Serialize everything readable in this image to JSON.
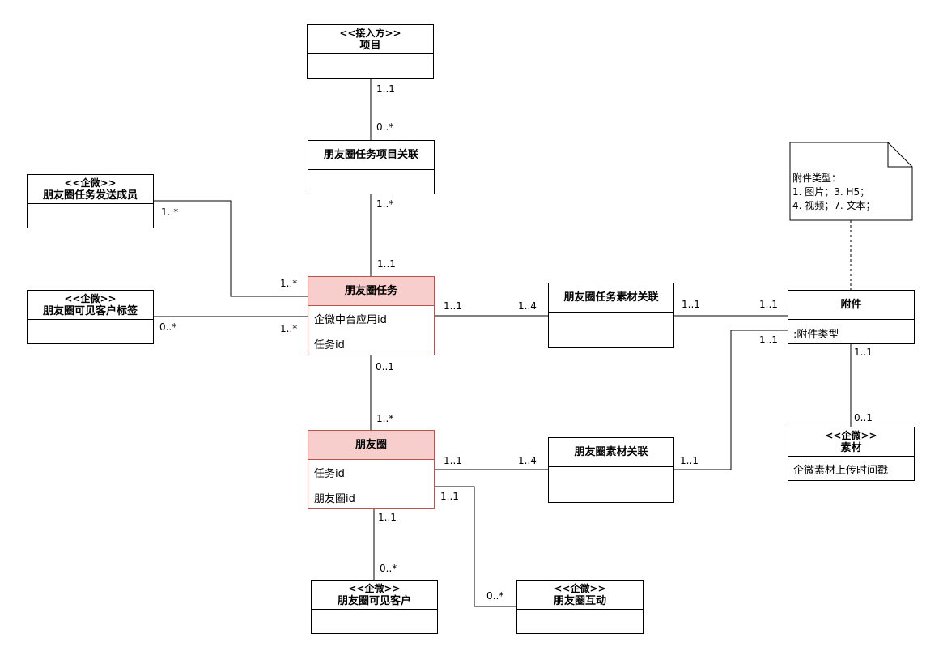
{
  "classes": {
    "project": {
      "stereotype": "<<接入方>>",
      "name": "项目"
    },
    "task_project_link": {
      "name": "朋友圈任务项目关联"
    },
    "task_sender": {
      "stereotype": "<<企微>>",
      "name": "朋友圈任务发送成员"
    },
    "visible_tag": {
      "stereotype": "<<企微>>",
      "name": "朋友圈可见客户标签"
    },
    "moments_task": {
      "name": "朋友圈任务",
      "attrs": [
        "企微中台应用id",
        "任务id"
      ]
    },
    "task_material_link": {
      "name": "朋友圈任务素材关联"
    },
    "attachment": {
      "name": "附件",
      "attrs": [
        ":附件类型"
      ]
    },
    "moments": {
      "name": "朋友圈",
      "attrs": [
        "任务id",
        "朋友圈id"
      ]
    },
    "moments_material_link": {
      "name": "朋友圈素材关联"
    },
    "material": {
      "stereotype": "<<企微>>",
      "name": "素材",
      "attrs": [
        "企微素材上传时间戳"
      ]
    },
    "visible_customer": {
      "stereotype": "<<企微>>",
      "name": "朋友圈可见客户"
    },
    "interaction": {
      "stereotype": "<<企微>>",
      "name": "朋友圈互动"
    }
  },
  "note": {
    "lines": [
      "附件类型：",
      "1. 图片；3. H5；",
      "4. 视频；7. 文本；"
    ]
  },
  "multiplicities": {
    "project_link_top": "1..1",
    "project_link_bottom": "0..*",
    "link_task_top": "1..*",
    "link_task_bottom": "1..1",
    "sender_side": "1..*",
    "sender_task_side": "1..*",
    "tag_side": "0..*",
    "tag_task_side": "1..*",
    "task_to_tml": "1..1",
    "tml_from_task": "1..4",
    "tml_to_attach": "1..1",
    "attach_from_tml": "1..1",
    "attach_from_mml": "1..1",
    "task_to_moments": "0..1",
    "moments_from_task": "1..*",
    "moments_to_mml": "1..1",
    "mml_from_moments": "1..4",
    "mml_to_attach": "1..1",
    "attach_to_material": "1..1",
    "material_from_attach": "0..1",
    "moments_to_customer": "1..1",
    "customer_from_moments": "0..*",
    "moments_to_interaction": "1..1",
    "interaction_from_moments": "0..*"
  }
}
